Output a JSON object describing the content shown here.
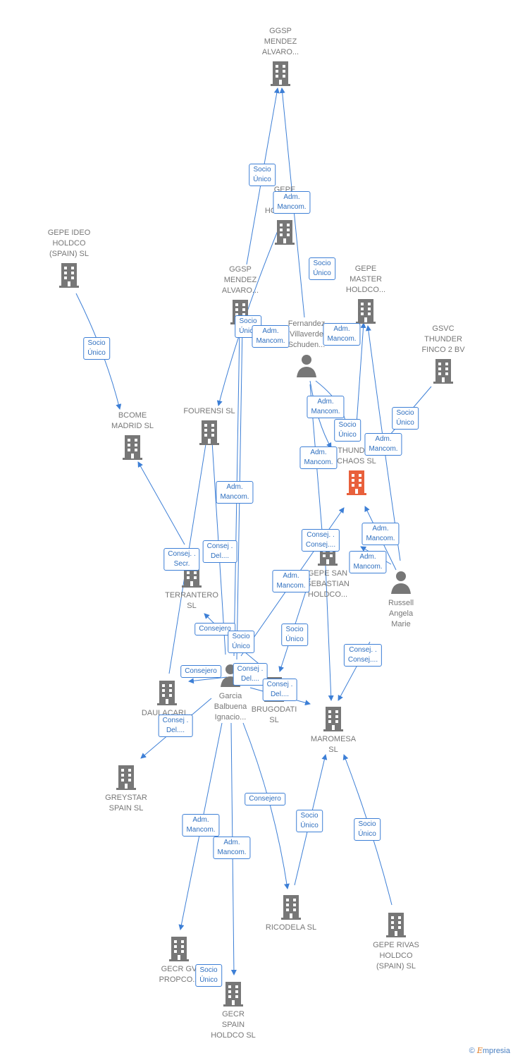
{
  "colors": {
    "edge": "#3d7fd6",
    "node_icon": "#777777",
    "focus_icon": "#e8603c",
    "label_text": "#777777",
    "box_text": "#2f6fbf"
  },
  "nodes": [
    {
      "id": "ggsp_top",
      "label": "GGSP\nMENDEZ\nALVARO...",
      "type": "building"
    },
    {
      "id": "gepe_ideo",
      "label": "GEPE IDEO\nHOLDCO\n(SPAIN)  SL",
      "type": "building"
    },
    {
      "id": "gepe_val",
      "label": "GEPE\nVAL...\nHOLDCO...",
      "type": "building"
    },
    {
      "id": "ggsp_mid",
      "label": "GGSP\nMENDEZ\nALVARO...",
      "type": "building"
    },
    {
      "id": "gepe_master",
      "label": "GEPE\nMASTER\nHOLDCO...",
      "type": "building"
    },
    {
      "id": "gsvc",
      "label": "GSVC\nTHUNDER\nFINCO 2 BV",
      "type": "building"
    },
    {
      "id": "fernandez",
      "label": "Fernandez\nVillaverde\nSchuden...",
      "type": "person"
    },
    {
      "id": "bcome",
      "label": "BCOME\nMADRID  SL",
      "type": "building"
    },
    {
      "id": "fourensi",
      "label": "FOURENSI  SL",
      "type": "building"
    },
    {
      "id": "thunder",
      "label": "THUNDER\nCHAOS  SL",
      "type": "focus"
    },
    {
      "id": "gepe_san",
      "label": "GEPE SAN\nSEBASTIAN\nHOLDCO...",
      "type": "building"
    },
    {
      "id": "russell",
      "label": "Russell\nAngela\nMarie",
      "type": "person"
    },
    {
      "id": "terrantero",
      "label": "TERRANTERO\nSL",
      "type": "building"
    },
    {
      "id": "garcia",
      "label": "Garcia\nBalbuena\nIgnacio...",
      "type": "person"
    },
    {
      "id": "daulacari",
      "label": "DAULACARI...",
      "type": "building"
    },
    {
      "id": "brugodati",
      "label": "BRUGODATI\nSL",
      "type": "building"
    },
    {
      "id": "maromesa",
      "label": "MAROMESA\nSL",
      "type": "building"
    },
    {
      "id": "greystar",
      "label": "GREYSTAR\nSPAIN  SL",
      "type": "building"
    },
    {
      "id": "ricodela",
      "label": "RICODELA  SL",
      "type": "building"
    },
    {
      "id": "gepe_rivas",
      "label": "GEPE RIVAS\nHOLDCO\n(SPAIN)  SL",
      "type": "building"
    },
    {
      "id": "gecr_gv",
      "label": "GECR GV\nPROPCO...",
      "type": "building"
    },
    {
      "id": "gecr_spain",
      "label": "GECR\nSPAIN\nHOLDCO  SL",
      "type": "building"
    }
  ],
  "relations": [
    {
      "id": "r1",
      "label": "Socio\nÚnico"
    },
    {
      "id": "r2",
      "label": "Adm.\nMancom."
    },
    {
      "id": "r3",
      "label": "Socio\nÚnico"
    },
    {
      "id": "r4",
      "label": "Socio\nÚnico"
    },
    {
      "id": "r5",
      "label": "Socio\nÚnico"
    },
    {
      "id": "r6",
      "label": "Adm.\nMancom."
    },
    {
      "id": "r7",
      "label": "Adm.\nMancom."
    },
    {
      "id": "r8",
      "label": "Socio\nÚnico"
    },
    {
      "id": "r9",
      "label": "Adm.\nMancom."
    },
    {
      "id": "r10",
      "label": "Socio\nÚnico"
    },
    {
      "id": "r11",
      "label": "Adm.\nMancom."
    },
    {
      "id": "r12",
      "label": "Adm.\nMancom."
    },
    {
      "id": "r13",
      "label": "Adm.\nMancom."
    },
    {
      "id": "r14",
      "label": "Consej. .\nConsej...."
    },
    {
      "id": "r15",
      "label": "Consej. .\nSecr."
    },
    {
      "id": "r16",
      "label": "Consej .\nDel...."
    },
    {
      "id": "r17",
      "label": "Adm.\nMancom."
    },
    {
      "id": "r18",
      "label": "Adm.\nMancom."
    },
    {
      "id": "r19",
      "label": "Adm.\nMancom."
    },
    {
      "id": "r20",
      "label": "Consejero"
    },
    {
      "id": "r21",
      "label": "Socio\nÚnico"
    },
    {
      "id": "r22",
      "label": "Socio\nÚnico"
    },
    {
      "id": "r23",
      "label": "Consej. .\nConsej...."
    },
    {
      "id": "r24",
      "label": "Consejero"
    },
    {
      "id": "r25",
      "label": "Consej .\nDel...."
    },
    {
      "id": "r26",
      "label": "Consej .\nDel...."
    },
    {
      "id": "r27",
      "label": "Consej .\nDel...."
    },
    {
      "id": "r28",
      "label": "Consejero"
    },
    {
      "id": "r29",
      "label": "Adm.\nMancom."
    },
    {
      "id": "r30",
      "label": "Adm.\nMancom."
    },
    {
      "id": "r31",
      "label": "Socio\nÚnico"
    },
    {
      "id": "r32",
      "label": "Socio\nÚnico"
    },
    {
      "id": "r33",
      "label": "Socio\nÚnico"
    }
  ],
  "footer": {
    "copyright": "©",
    "brand_initial": "E",
    "brand_rest": "mpresia"
  }
}
